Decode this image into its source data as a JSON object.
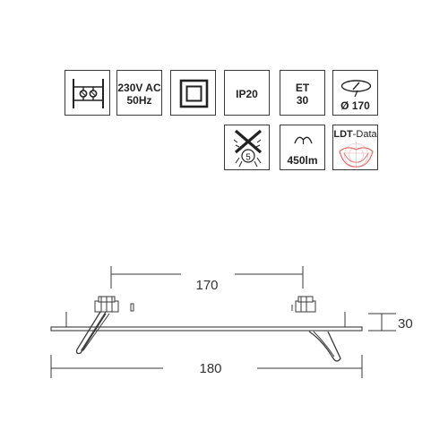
{
  "spec_tiles": {
    "voltage": {
      "line1": "230V AC",
      "line2": "50Hz"
    },
    "ip_rating": {
      "label": "IP20"
    },
    "temperature": {
      "line1": "ET",
      "line2": "30"
    },
    "cutout": {
      "label": "Ø 170"
    },
    "flux": {
      "label": "450lm"
    },
    "ldt": {
      "label_bold": "LDT",
      "label_rest": "-Data"
    },
    "no_insulation": {
      "label": "5"
    }
  },
  "dimensions": {
    "cutout_width": "170",
    "total_width": "180",
    "height": "30"
  },
  "colors": {
    "line": "#3a3a3a",
    "ldt_curve": "#e07070"
  }
}
